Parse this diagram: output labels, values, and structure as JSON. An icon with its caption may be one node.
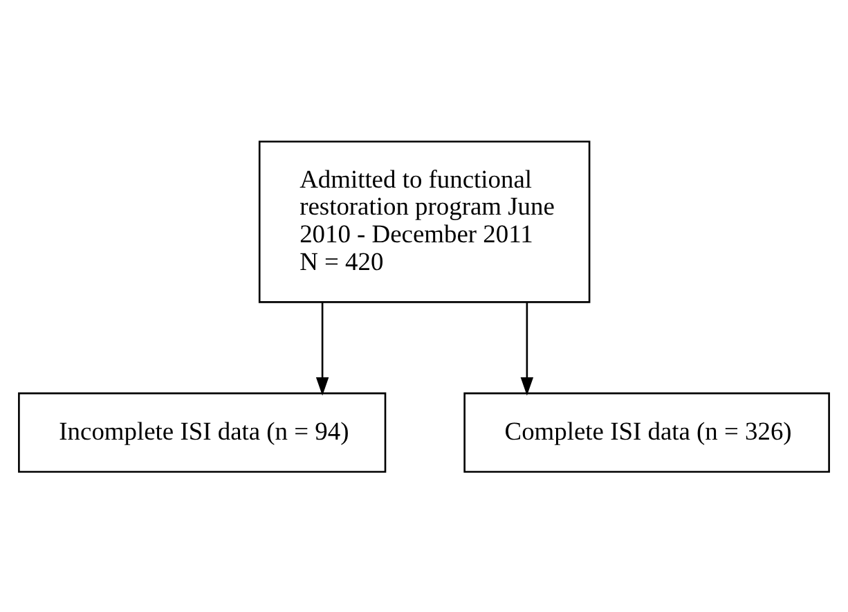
{
  "diagram": {
    "nodes": [
      {
        "text": [
          "Admitted to functional restoration program June 2010 - December 2011",
          "N = 420"
        ]
      },
      {
        "text": [
          "Incomplete ISI data (n = 94)"
        ]
      },
      {
        "text": [
          "Complete ISI data (n = 326)"
        ]
      }
    ],
    "edges": [
      {
        "from": 0,
        "to": 1,
        "arrow": "to"
      },
      {
        "from": 0,
        "to": 2,
        "arrow": "to"
      }
    ]
  }
}
